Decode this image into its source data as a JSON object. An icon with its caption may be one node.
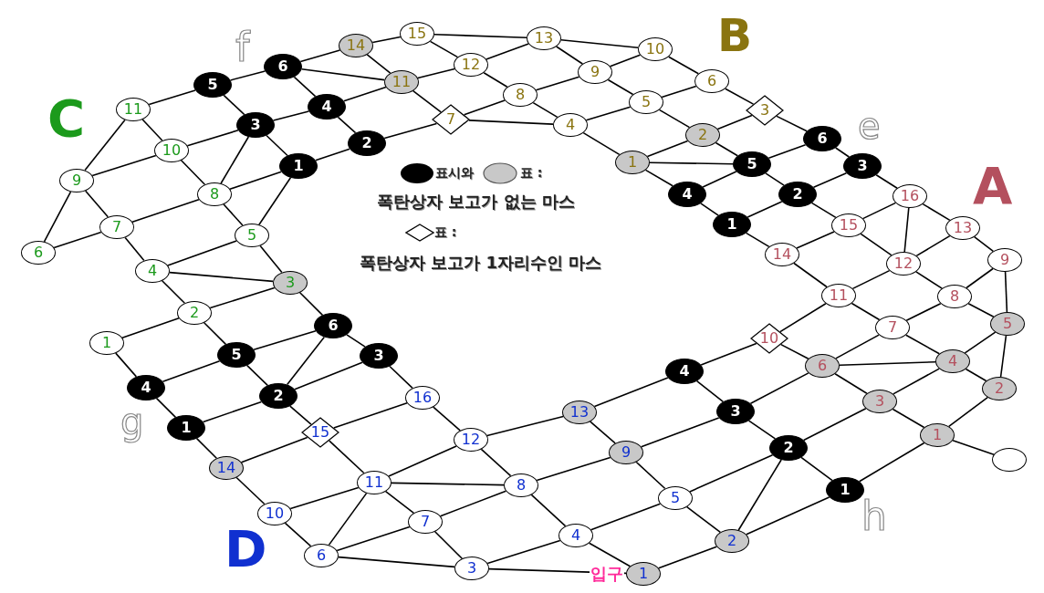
{
  "diagram": {
    "nodes": [
      {
        "text": [
          "14"
        ]
      },
      {
        "text": [
          "15"
        ]
      },
      {
        "text": [
          "13"
        ]
      },
      {
        "text": [
          "10"
        ]
      },
      {
        "text": [
          "12"
        ]
      },
      {
        "text": [
          "11"
        ]
      },
      {
        "text": [
          "9"
        ]
      },
      {
        "text": [
          "8"
        ]
      },
      {
        "text": [
          "6"
        ]
      },
      {
        "text": [
          "7"
        ]
      },
      {
        "text": [
          "5"
        ]
      },
      {
        "text": [
          "4"
        ]
      },
      {
        "text": [
          "3"
        ]
      },
      {
        "text": [
          "2"
        ]
      },
      {
        "text": [
          "1"
        ]
      },
      {
        "text": [
          "5"
        ]
      },
      {
        "text": [
          "6"
        ]
      },
      {
        "text": [
          "4"
        ]
      },
      {
        "text": [
          "3"
        ]
      },
      {
        "text": [
          "2"
        ]
      },
      {
        "text": [
          "1"
        ]
      },
      {
        "text": [
          "6"
        ]
      },
      {
        "text": [
          "3"
        ]
      },
      {
        "text": [
          "5"
        ]
      },
      {
        "text": [
          "2"
        ]
      },
      {
        "text": [
          "4"
        ]
      },
      {
        "text": [
          "1"
        ]
      },
      {
        "text": [
          "16"
        ]
      },
      {
        "text": [
          "15"
        ]
      },
      {
        "text": [
          "13"
        ]
      },
      {
        "text": [
          "14"
        ]
      },
      {
        "text": [
          "12"
        ]
      },
      {
        "text": [
          "9"
        ]
      },
      {
        "text": [
          "11"
        ]
      },
      {
        "text": [
          "8"
        ]
      },
      {
        "text": [
          "7"
        ]
      },
      {
        "text": [
          "10"
        ]
      },
      {
        "text": [
          "5"
        ]
      },
      {
        "text": [
          "6"
        ]
      },
      {
        "text": [
          "4"
        ]
      },
      {
        "text": [
          "3"
        ]
      },
      {
        "text": [
          "2"
        ]
      },
      {
        "text": [
          "1"
        ]
      },
      {
        "text": [],
        "shape": "circle"
      },
      {
        "text": [
          "11"
        ]
      },
      {
        "text": [
          "10"
        ]
      },
      {
        "text": [
          "9"
        ]
      },
      {
        "text": [
          "8"
        ]
      },
      {
        "text": [
          "7"
        ]
      },
      {
        "text": [
          "6"
        ]
      },
      {
        "text": [
          "5"
        ]
      },
      {
        "text": [
          "4"
        ]
      },
      {
        "text": [
          "3"
        ]
      },
      {
        "text": [
          "2"
        ]
      },
      {
        "text": [
          "1"
        ]
      },
      {
        "text": [
          "6"
        ]
      },
      {
        "text": [
          "3"
        ]
      },
      {
        "text": [
          "5"
        ]
      },
      {
        "text": [
          "2"
        ]
      },
      {
        "text": [
          "4"
        ]
      },
      {
        "text": [
          "1"
        ]
      },
      {
        "text": [
          "4"
        ]
      },
      {
        "text": [
          "3"
        ]
      },
      {
        "text": [
          "2"
        ]
      },
      {
        "text": [
          "1"
        ]
      },
      {
        "text": [
          "16"
        ]
      },
      {
        "text": [
          "15"
        ]
      },
      {
        "text": [
          "13"
        ]
      },
      {
        "text": [
          "12"
        ]
      },
      {
        "text": [
          "14"
        ]
      },
      {
        "text": [
          "11"
        ]
      },
      {
        "text": [
          "9"
        ]
      },
      {
        "text": [
          "8"
        ]
      },
      {
        "text": [
          "10"
        ]
      },
      {
        "text": [
          "7"
        ]
      },
      {
        "text": [
          "5"
        ]
      },
      {
        "text": [
          "4"
        ]
      },
      {
        "text": [
          "6"
        ]
      },
      {
        "text": [
          "3"
        ]
      },
      {
        "text": [
          "2"
        ]
      },
      {
        "text": [
          "1"
        ]
      }
    ],
    "edges": [
      {
        "from": 44,
        "to": 15,
        "arrow": "none"
      },
      {
        "from": 15,
        "to": 16,
        "arrow": "none"
      },
      {
        "from": 16,
        "to": 0,
        "arrow": "none"
      },
      {
        "from": 16,
        "to": 5,
        "arrow": "none"
      },
      {
        "from": 15,
        "to": 18,
        "arrow": "none"
      },
      {
        "from": 16,
        "to": 17,
        "arrow": "none"
      },
      {
        "from": 18,
        "to": 17,
        "arrow": "none"
      },
      {
        "from": 17,
        "to": 5,
        "arrow": "none"
      },
      {
        "from": 17,
        "to": 19,
        "arrow": "none"
      },
      {
        "from": 18,
        "to": 20,
        "arrow": "none"
      },
      {
        "from": 20,
        "to": 19,
        "arrow": "none"
      },
      {
        "from": 19,
        "to": 9,
        "arrow": "none"
      },
      {
        "from": 18,
        "to": 45,
        "arrow": "none"
      },
      {
        "from": 18,
        "to": 47,
        "arrow": "none"
      },
      {
        "from": 20,
        "to": 47,
        "arrow": "none"
      },
      {
        "from": 20,
        "to": 50,
        "arrow": "none"
      },
      {
        "from": 44,
        "to": 45,
        "arrow": "none"
      },
      {
        "from": 44,
        "to": 46,
        "arrow": "none"
      },
      {
        "from": 45,
        "to": 46,
        "arrow": "none"
      },
      {
        "from": 45,
        "to": 47,
        "arrow": "none"
      },
      {
        "from": 46,
        "to": 48,
        "arrow": "none"
      },
      {
        "from": 46,
        "to": 49,
        "arrow": "none"
      },
      {
        "from": 49,
        "to": 48,
        "arrow": "none"
      },
      {
        "from": 48,
        "to": 47,
        "arrow": "none"
      },
      {
        "from": 47,
        "to": 50,
        "arrow": "none"
      },
      {
        "from": 48,
        "to": 51,
        "arrow": "none"
      },
      {
        "from": 50,
        "to": 51,
        "arrow": "none"
      },
      {
        "from": 51,
        "to": 52,
        "arrow": "none"
      },
      {
        "from": 50,
        "to": 52,
        "arrow": "none"
      },
      {
        "from": 51,
        "to": 53,
        "arrow": "none"
      },
      {
        "from": 52,
        "to": 53,
        "arrow": "none"
      },
      {
        "from": 52,
        "to": 55,
        "arrow": "none"
      },
      {
        "from": 53,
        "to": 54,
        "arrow": "none"
      },
      {
        "from": 53,
        "to": 57,
        "arrow": "none"
      },
      {
        "from": 54,
        "to": 59,
        "arrow": "none"
      },
      {
        "from": 57,
        "to": 55,
        "arrow": "none"
      },
      {
        "from": 57,
        "to": 59,
        "arrow": "none"
      },
      {
        "from": 57,
        "to": 58,
        "arrow": "none"
      },
      {
        "from": 55,
        "to": 58,
        "arrow": "none"
      },
      {
        "from": 55,
        "to": 56,
        "arrow": "none"
      },
      {
        "from": 58,
        "to": 56,
        "arrow": "none"
      },
      {
        "from": 58,
        "to": 60,
        "arrow": "none"
      },
      {
        "from": 59,
        "to": 60,
        "arrow": "none"
      },
      {
        "from": 58,
        "to": 66,
        "arrow": "none"
      },
      {
        "from": 56,
        "to": 65,
        "arrow": "none"
      },
      {
        "from": 60,
        "to": 69,
        "arrow": "none"
      },
      {
        "from": 69,
        "to": 66,
        "arrow": "none"
      },
      {
        "from": 66,
        "to": 65,
        "arrow": "none"
      },
      {
        "from": 66,
        "to": 70,
        "arrow": "none"
      },
      {
        "from": 69,
        "to": 73,
        "arrow": "none"
      },
      {
        "from": 73,
        "to": 70,
        "arrow": "none"
      },
      {
        "from": 73,
        "to": 77,
        "arrow": "none"
      },
      {
        "from": 77,
        "to": 70,
        "arrow": "none"
      },
      {
        "from": 77,
        "to": 74,
        "arrow": "none"
      },
      {
        "from": 77,
        "to": 78,
        "arrow": "none"
      },
      {
        "from": 70,
        "to": 68,
        "arrow": "none"
      },
      {
        "from": 70,
        "to": 72,
        "arrow": "none"
      },
      {
        "from": 70,
        "to": 74,
        "arrow": "none"
      },
      {
        "from": 65,
        "to": 68,
        "arrow": "none"
      },
      {
        "from": 68,
        "to": 67,
        "arrow": "none"
      },
      {
        "from": 68,
        "to": 72,
        "arrow": "none"
      },
      {
        "from": 67,
        "to": 61,
        "arrow": "none"
      },
      {
        "from": 67,
        "to": 71,
        "arrow": "none"
      },
      {
        "from": 72,
        "to": 71,
        "arrow": "none"
      },
      {
        "from": 72,
        "to": 74,
        "arrow": "none"
      },
      {
        "from": 72,
        "to": 76,
        "arrow": "none"
      },
      {
        "from": 74,
        "to": 78,
        "arrow": "none"
      },
      {
        "from": 78,
        "to": 76,
        "arrow": "none"
      },
      {
        "from": 78,
        "to": 80,
        "arrow": "none"
      },
      {
        "from": 76,
        "to": 80,
        "arrow": "none"
      },
      {
        "from": 76,
        "to": 75,
        "arrow": "none"
      },
      {
        "from": 71,
        "to": 62,
        "arrow": "none"
      },
      {
        "from": 71,
        "to": 75,
        "arrow": "none"
      },
      {
        "from": 75,
        "to": 63,
        "arrow": "none"
      },
      {
        "from": 75,
        "to": 79,
        "arrow": "none"
      },
      {
        "from": 80,
        "to": 79,
        "arrow": "none"
      },
      {
        "from": 79,
        "to": 63,
        "arrow": "none"
      },
      {
        "from": 79,
        "to": 64,
        "arrow": "none"
      },
      {
        "from": 63,
        "to": 64,
        "arrow": "none"
      },
      {
        "from": 61,
        "to": 62,
        "arrow": "none"
      },
      {
        "from": 62,
        "to": 63,
        "arrow": "none"
      },
      {
        "from": 61,
        "to": 36,
        "arrow": "none"
      },
      {
        "from": 62,
        "to": 38,
        "arrow": "none"
      },
      {
        "from": 63,
        "to": 40,
        "arrow": "none"
      },
      {
        "from": 64,
        "to": 42,
        "arrow": "none"
      },
      {
        "from": 36,
        "to": 33,
        "arrow": "none"
      },
      {
        "from": 36,
        "to": 38,
        "arrow": "none"
      },
      {
        "from": 38,
        "to": 35,
        "arrow": "none"
      },
      {
        "from": 38,
        "to": 39,
        "arrow": "none"
      },
      {
        "from": 38,
        "to": 40,
        "arrow": "none"
      },
      {
        "from": 40,
        "to": 39,
        "arrow": "none"
      },
      {
        "from": 40,
        "to": 42,
        "arrow": "none"
      },
      {
        "from": 39,
        "to": 35,
        "arrow": "none"
      },
      {
        "from": 39,
        "to": 37,
        "arrow": "none"
      },
      {
        "from": 39,
        "to": 41,
        "arrow": "none"
      },
      {
        "from": 41,
        "to": 37,
        "arrow": "none"
      },
      {
        "from": 41,
        "to": 42,
        "arrow": "none"
      },
      {
        "from": 42,
        "to": 43,
        "arrow": "none"
      },
      {
        "from": 35,
        "to": 33,
        "arrow": "none"
      },
      {
        "from": 35,
        "to": 34,
        "arrow": "none"
      },
      {
        "from": 34,
        "to": 37,
        "arrow": "none"
      },
      {
        "from": 34,
        "to": 31,
        "arrow": "none"
      },
      {
        "from": 34,
        "to": 32,
        "arrow": "none"
      },
      {
        "from": 32,
        "to": 37,
        "arrow": "none"
      },
      {
        "from": 32,
        "to": 29,
        "arrow": "none"
      },
      {
        "from": 33,
        "to": 31,
        "arrow": "none"
      },
      {
        "from": 33,
        "to": 30,
        "arrow": "none"
      },
      {
        "from": 31,
        "to": 28,
        "arrow": "none"
      },
      {
        "from": 31,
        "to": 27,
        "arrow": "none"
      },
      {
        "from": 31,
        "to": 29,
        "arrow": "none"
      },
      {
        "from": 29,
        "to": 27,
        "arrow": "none"
      },
      {
        "from": 30,
        "to": 28,
        "arrow": "none"
      },
      {
        "from": 28,
        "to": 27,
        "arrow": "none"
      },
      {
        "from": 30,
        "to": 26,
        "arrow": "none"
      },
      {
        "from": 28,
        "to": 24,
        "arrow": "none"
      },
      {
        "from": 27,
        "to": 22,
        "arrow": "none"
      },
      {
        "from": 26,
        "to": 24,
        "arrow": "none"
      },
      {
        "from": 26,
        "to": 25,
        "arrow": "none"
      },
      {
        "from": 24,
        "to": 23,
        "arrow": "none"
      },
      {
        "from": 24,
        "to": 22,
        "arrow": "none"
      },
      {
        "from": 22,
        "to": 21,
        "arrow": "none"
      },
      {
        "from": 25,
        "to": 23,
        "arrow": "none"
      },
      {
        "from": 25,
        "to": 14,
        "arrow": "none"
      },
      {
        "from": 23,
        "to": 14,
        "arrow": "none"
      },
      {
        "from": 23,
        "to": 13,
        "arrow": "none"
      },
      {
        "from": 23,
        "to": 21,
        "arrow": "none"
      },
      {
        "from": 21,
        "to": 12,
        "arrow": "none"
      },
      {
        "from": 14,
        "to": 13,
        "arrow": "none"
      },
      {
        "from": 14,
        "to": 11,
        "arrow": "none"
      },
      {
        "from": 13,
        "to": 12,
        "arrow": "none"
      },
      {
        "from": 13,
        "to": 10,
        "arrow": "none"
      },
      {
        "from": 12,
        "to": 8,
        "arrow": "none"
      },
      {
        "from": 8,
        "to": 3,
        "arrow": "none"
      },
      {
        "from": 8,
        "to": 10,
        "arrow": "none"
      },
      {
        "from": 10,
        "to": 11,
        "arrow": "none"
      },
      {
        "from": 10,
        "to": 6,
        "arrow": "none"
      },
      {
        "from": 11,
        "to": 7,
        "arrow": "none"
      },
      {
        "from": 11,
        "to": 9,
        "arrow": "none"
      },
      {
        "from": 9,
        "to": 7,
        "arrow": "none"
      },
      {
        "from": 9,
        "to": 5,
        "arrow": "none"
      },
      {
        "from": 7,
        "to": 6,
        "arrow": "none"
      },
      {
        "from": 7,
        "to": 4,
        "arrow": "none"
      },
      {
        "from": 6,
        "to": 3,
        "arrow": "none"
      },
      {
        "from": 6,
        "to": 2,
        "arrow": "none"
      },
      {
        "from": 3,
        "to": 2,
        "arrow": "none"
      },
      {
        "from": 2,
        "to": 4,
        "arrow": "none"
      },
      {
        "from": 2,
        "to": 1,
        "arrow": "none"
      },
      {
        "from": 4,
        "to": 1,
        "arrow": "none"
      },
      {
        "from": 4,
        "to": 5,
        "arrow": "none"
      },
      {
        "from": 5,
        "to": 0,
        "arrow": "none"
      },
      {
        "from": 0,
        "to": 1,
        "arrow": "none"
      }
    ],
    "labels": [
      "f",
      "B",
      "C",
      "e",
      "표시와",
      "표 :",
      "폭탄상자 보고가 없는 마스",
      "표 :",
      "폭탄상자 보고가 1자리수인 마스",
      "A",
      "g",
      "D",
      "h",
      "입구"
    ]
  }
}
